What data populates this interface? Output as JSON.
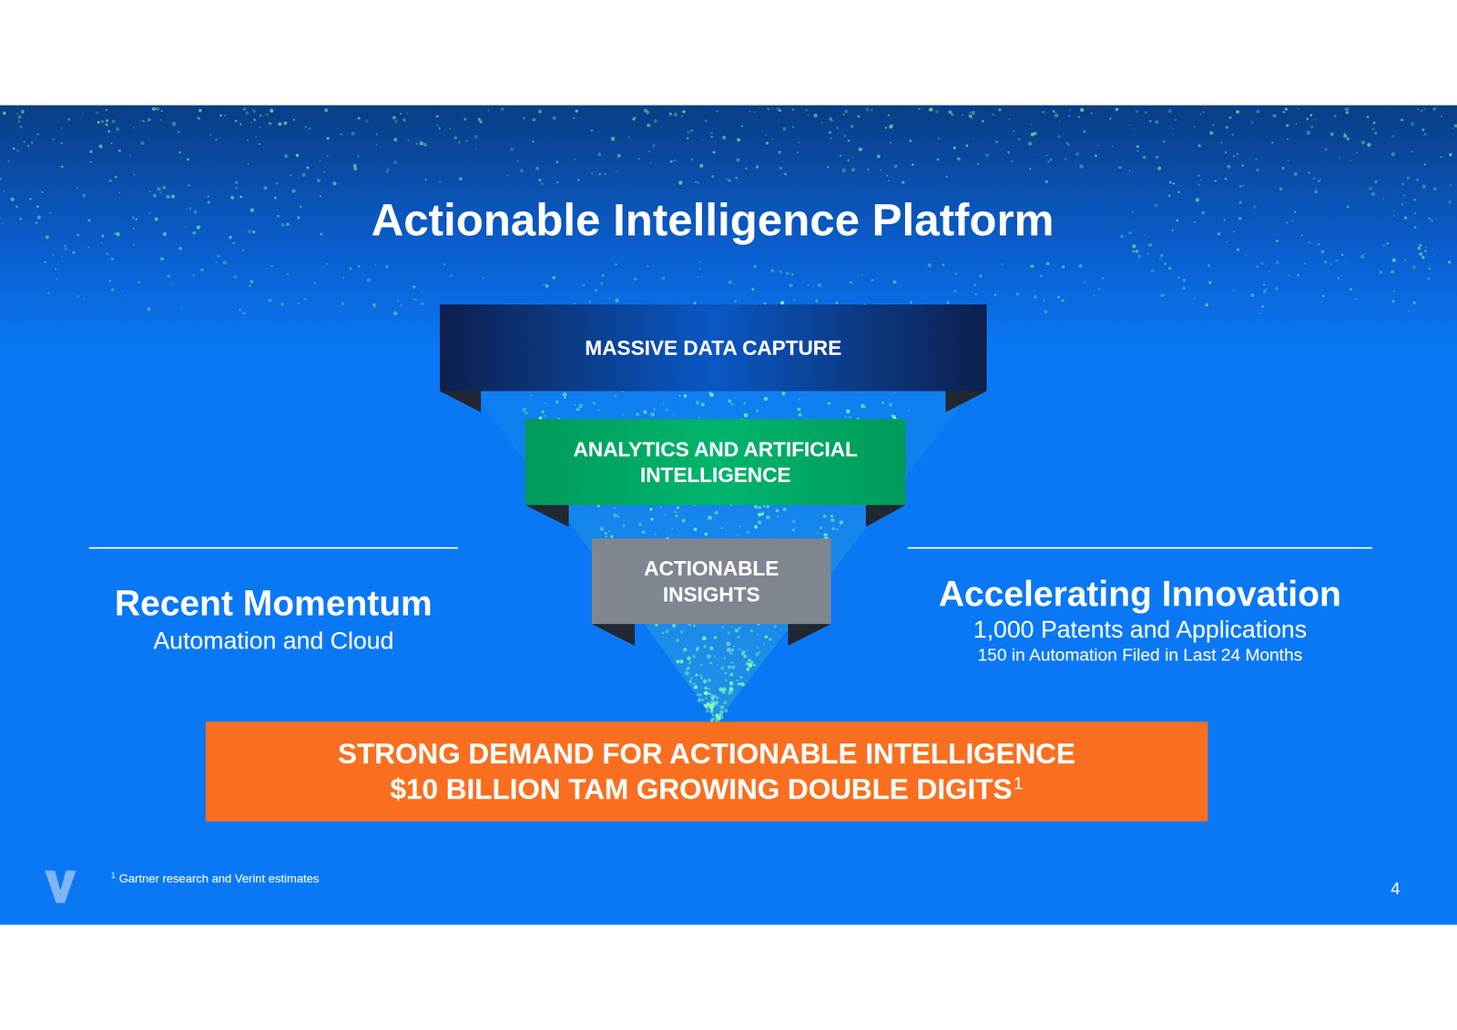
{
  "diagram": {
    "title": "Actionable Intelligence Platform",
    "nodes": [
      {
        "text": [
          "MASSIVE DATA CAPTURE"
        ]
      },
      {
        "text": [
          "ANALYTICS AND ARTIFICIAL INTELLIGENCE"
        ]
      },
      {
        "text": [
          "ACTIONABLE INSIGHTS"
        ]
      },
      {
        "text": [
          "STRONG DEMAND FOR ACTIONABLE INTELLIGENCE",
          "$10 BILLION TAM GROWING DOUBLE DIGITS"
        ]
      }
    ],
    "labels": [
      "1",
      "Recent Momentum",
      "Automation and Cloud",
      "Accelerating Innovation",
      "1,000 Patents and Applications",
      "150 in Automation Filed in Last 24 Months",
      "1",
      "Gartner research and Verint estimates",
      "4"
    ]
  }
}
